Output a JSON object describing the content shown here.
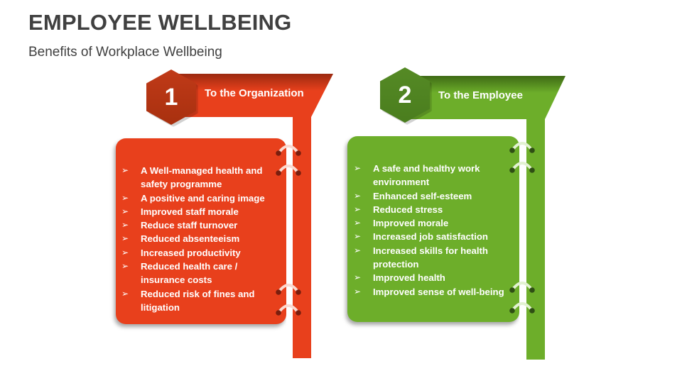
{
  "header": {
    "title": "EMPLOYEE WELLBEING",
    "subtitle": "Benefits of Workplace Wellbeing"
  },
  "colors": {
    "org_primary": "#E8401C",
    "org_dark": "#B03315",
    "org_hook": "#7A1E0E",
    "emp_primary": "#6DAE2A",
    "emp_dark": "#4D8020",
    "emp_hook": "#2F4F14",
    "text_dark": "#404040"
  },
  "panels": [
    {
      "number": "1",
      "heading": "To the Organization",
      "bullet_icon": "arrow-bullet-icon",
      "bullet_glyph": "➢",
      "items": [
        "A Well-managed health and safety programme",
        "A positive and caring image",
        "Improved staff morale",
        "Reduce staff turnover",
        "Reduced absenteeism",
        "Increased productivity",
        "Reduced health care / insurance costs",
        "Reduced risk of fines and litigation"
      ]
    },
    {
      "number": "2",
      "heading": "To the Employee",
      "bullet_icon": "arrow-bullet-icon",
      "bullet_glyph": "➢",
      "items": [
        "A safe and healthy work environment",
        "Enhanced  self-esteem",
        "Reduced stress",
        "Improved morale",
        "Increased job satisfaction",
        "Increased skills for health protection",
        "Improved health",
        "Improved sense of well-being"
      ]
    }
  ]
}
